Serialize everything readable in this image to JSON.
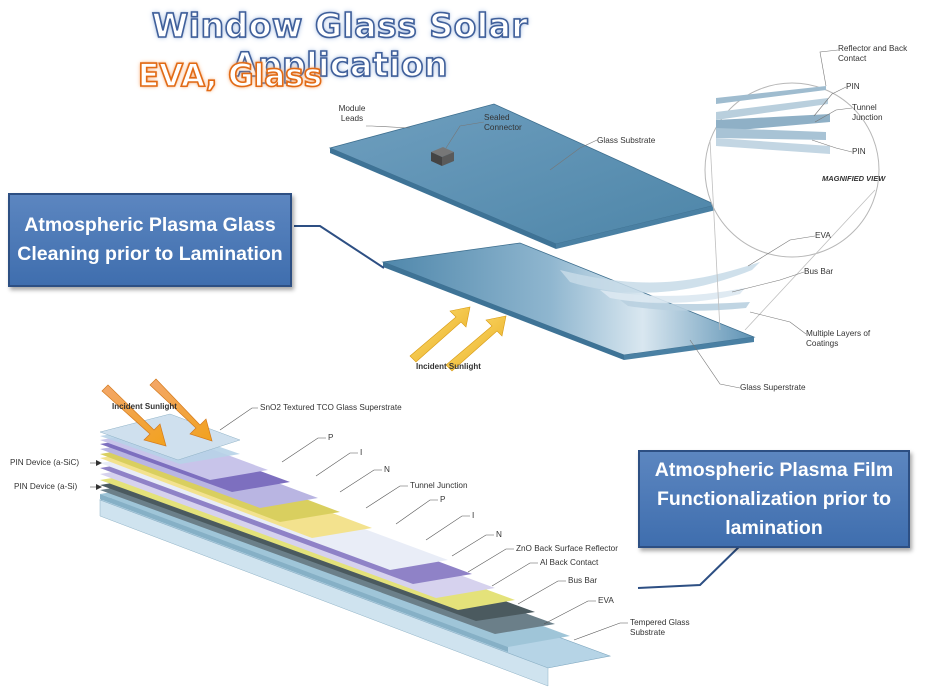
{
  "title": "Window Glass Solar Application",
  "subtitle": "EVA, Glass",
  "callouts": {
    "top": "Atmospheric Plasma Glass Cleaning prior to Lamination",
    "bottom": "Atmospheric Plasma Film Functionalization prior to lamination"
  },
  "top_diagram": {
    "module_leads": "Module Leads",
    "sealed_connector": "Sealed Connector",
    "glass_substrate": "Glass Substrate",
    "reflector": "Reflector and Back Contact",
    "pin_1": "PIN",
    "tunnel_junction": "Tunnel Junction",
    "pin_2": "PIN",
    "magnified_view": "MAGNIFIED VIEW",
    "eva": "EVA",
    "bus_bar": "Bus Bar",
    "multiple_layers": "Multiple Layers of Coatings",
    "glass_superstrate": "Glass Superstrate",
    "incident_sunlight": "Incident Sunlight"
  },
  "bottom_diagram": {
    "incident_sunlight": "Incident Sunlight",
    "sno2": "SnO2 Textured TCO Glass Superstrate",
    "pin_asic": "PIN Device (a-SiC)",
    "pin_asi": "PIN Device (a-Si)",
    "p1": "P",
    "i1": "I",
    "n1": "N",
    "tunnel_junction": "Tunnel Junction",
    "p2": "P",
    "i2": "I",
    "n2": "N",
    "zno": "ZnO Back Surface Reflector",
    "al_back": "Al Back Contact",
    "bus_bar": "Bus Bar",
    "eva": "EVA",
    "tempered_glass": "Tempered Glass Substrate"
  },
  "colors": {
    "title_outline": "#3f5f9a",
    "subtitle_outline": "#e16a15",
    "callout_fill": "#4f7bb8",
    "glass": "#5d92b4",
    "sunlight_arrow": "#f0b81f"
  }
}
